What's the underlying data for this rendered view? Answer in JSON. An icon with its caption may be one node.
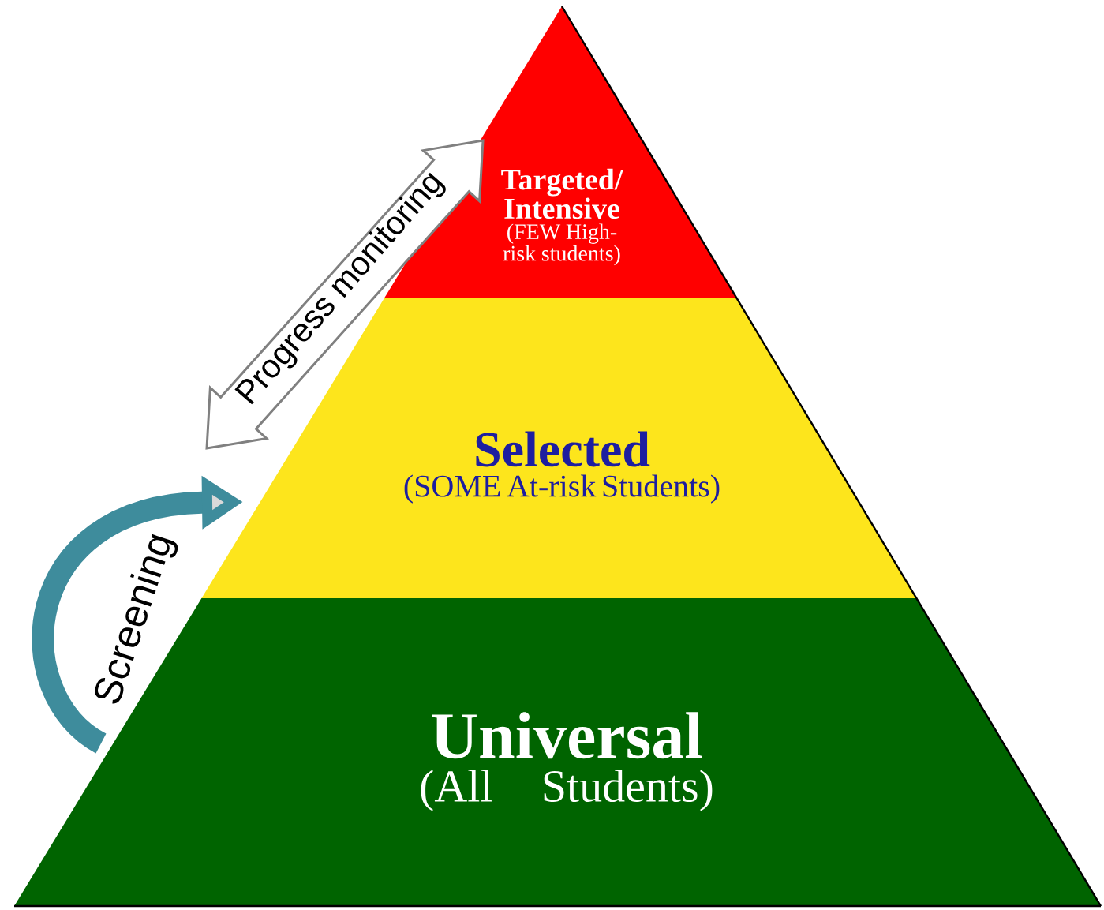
{
  "diagram": {
    "nodes": [
      {
        "text": [
          "Targeted/ Intensive",
          "(FEW High-risk students)"
        ]
      },
      {
        "text": [
          "Selected",
          "(SOME At-risk Students)"
        ]
      },
      {
        "text": [
          "Universal",
          "(All Students)"
        ]
      }
    ],
    "edges": [
      {
        "from": 2,
        "to": 1,
        "arrow": "to",
        "label": "Screening"
      },
      {
        "from": 1,
        "to": 0,
        "arrow": "both",
        "label": "Progress monitoring"
      }
    ]
  }
}
